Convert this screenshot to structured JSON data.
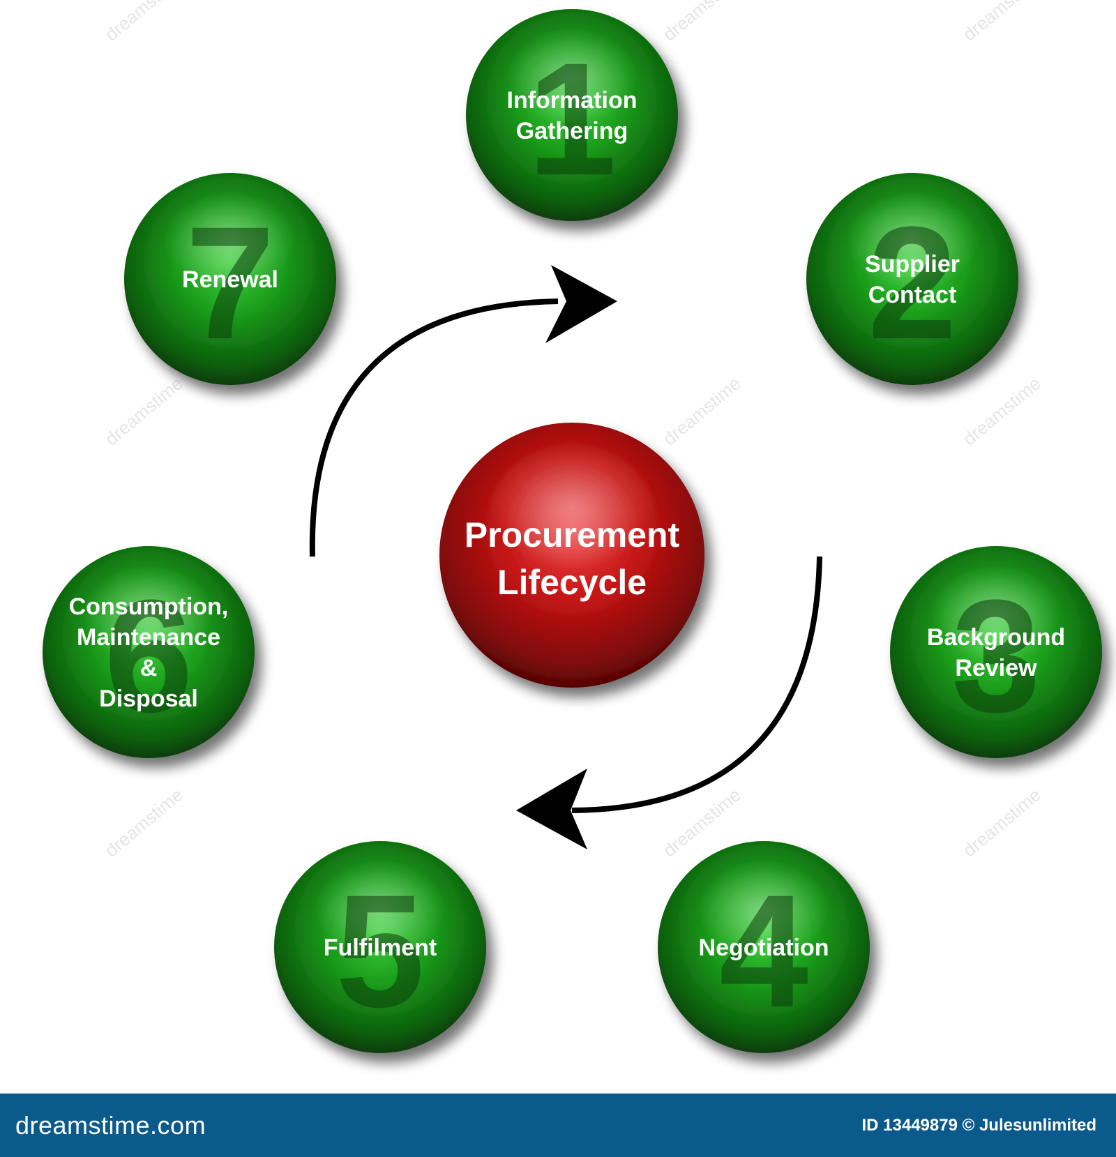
{
  "diagram": {
    "center": {
      "line1": "Procurement",
      "line2": "Lifecycle",
      "color": "#c41414"
    },
    "node_color": "#1a9a1a",
    "nodes": [
      {
        "number": "1",
        "lines": [
          "Information",
          "Gathering"
        ]
      },
      {
        "number": "2",
        "lines": [
          "Supplier",
          "Contact"
        ]
      },
      {
        "number": "3",
        "lines": [
          "Background",
          "Review"
        ]
      },
      {
        "number": "4",
        "lines": [
          "Negotiation"
        ]
      },
      {
        "number": "5",
        "lines": [
          "Fulfilment"
        ]
      },
      {
        "number": "6",
        "lines": [
          "Consumption,",
          "Maintenance",
          "&",
          "Disposal"
        ]
      },
      {
        "number": "7",
        "lines": [
          "Renewal"
        ]
      }
    ],
    "watermark": "dreamstime"
  },
  "footer": {
    "brand": "dreamstime.com",
    "id_text": "ID 13449879 © Julesunlimited",
    "background": "#0a5a8c"
  }
}
